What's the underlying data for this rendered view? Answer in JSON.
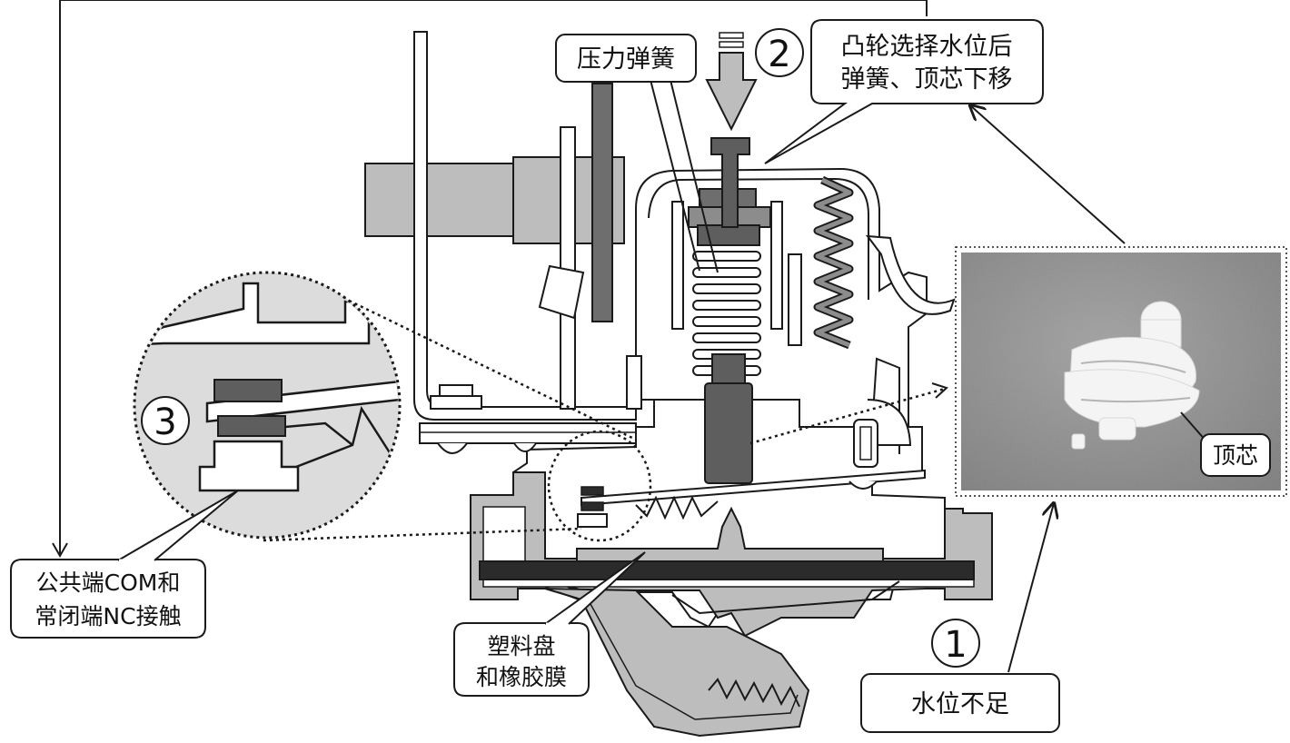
{
  "labels": {
    "pressure_spring": "压力弹簧",
    "cam_note_line1": "凸轮选择水位后",
    "cam_note_line2": "弹簧、顶芯下移",
    "plunger": "顶芯",
    "contact_line1": "公共端COM和",
    "contact_line2": "常闭端NC接触",
    "diaphragm_line1": "塑料盘",
    "diaphragm_line2": "和橡胶膜",
    "water_low": "水位不足"
  },
  "steps": {
    "step1": "1",
    "step2": "2",
    "step3": "3"
  },
  "colors": {
    "line": "#1a1a1a",
    "light_gray": "#bdbdbd",
    "mid_gray": "#8c8c8c",
    "dark_gray": "#5e5e5e",
    "darkest": "#2b2b2b",
    "zoom_fill": "#dcdcdc",
    "photo_bg": "#8f8f8f",
    "plunger_white": "#f4f4f4"
  }
}
